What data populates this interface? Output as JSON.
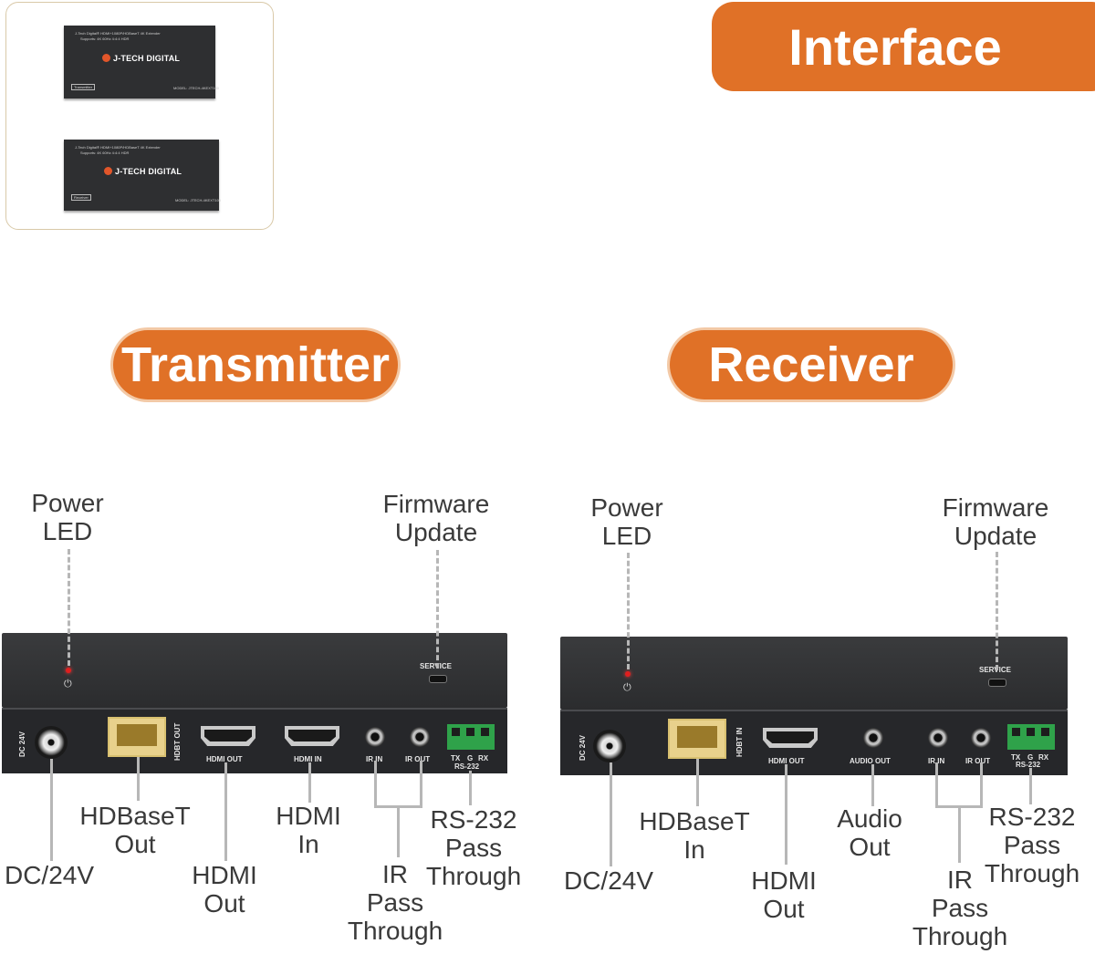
{
  "header": {
    "title": "Interface"
  },
  "thumbnail": {
    "brand": "J-TECH DIGITAL",
    "transmitter_tag": "Transmitter",
    "receiver_tag": "Receiver",
    "transmitter_desc": "J-Tech Digital® HDMI+1080P/HDBaseT 4K Extender",
    "receiver_desc": "J-Tech Digital® HDMI+1080P/HDBaseT 4K Extender",
    "supports": "Supports: 4K 60Hz 4:4:4 HDR",
    "transmitter_model": "MODEL: JTECH-4KEXT100",
    "receiver_model": "MODEL: JTECH-4KEXT100"
  },
  "transmitter": {
    "title": "Transmitter",
    "labels": {
      "power_led": [
        "Power",
        "LED"
      ],
      "firmware": [
        "Firmware",
        "Update"
      ],
      "dc": [
        "DC/24V"
      ],
      "hdbaset": [
        "HDBaseT",
        "Out"
      ],
      "hdmi_out": [
        "HDMI",
        "Out"
      ],
      "hdmi_in": [
        "HDMI",
        "In"
      ],
      "ir": [
        "IR",
        "Pass",
        "Through"
      ],
      "rs232": [
        "RS-232",
        "Pass",
        "Through"
      ]
    },
    "ports": {
      "service": "SERVICE",
      "dc": "DC 24V",
      "hdbt": "HDBT OUT",
      "hdmi_out": "HDMI OUT",
      "hdmi_in": "HDMI IN",
      "ir_in": "IR IN",
      "ir_out": "IR OUT",
      "rs_tx": "TX",
      "rs_g": "G",
      "rs_rx": "RX",
      "rs232": "RS-232"
    }
  },
  "receiver": {
    "title": "Receiver",
    "labels": {
      "power_led": [
        "Power",
        "LED"
      ],
      "firmware": [
        "Firmware",
        "Update"
      ],
      "dc": [
        "DC/24V"
      ],
      "hdbaset": [
        "HDBaseT",
        "In"
      ],
      "hdmi_out": [
        "HDMI",
        "Out"
      ],
      "audio_out": [
        "Audio",
        "Out"
      ],
      "ir": [
        "IR",
        "Pass",
        "Through"
      ],
      "rs232": [
        "RS-232",
        "Pass",
        "Through"
      ]
    },
    "ports": {
      "service": "SERVICE",
      "dc": "DC 24V",
      "hdbt": "HDBT IN",
      "hdmi_out": "HDMI OUT",
      "audio_out": "AUDIO OUT",
      "ir_in": "IR IN",
      "ir_out": "IR OUT",
      "rs_tx": "TX",
      "rs_g": "G",
      "rs_rx": "RX",
      "rs232": "RS-232"
    }
  },
  "colors": {
    "accent": "#e07127",
    "device": "#2b2c2e",
    "label": "#3a3a3a",
    "leader": "#b7b7b7"
  }
}
